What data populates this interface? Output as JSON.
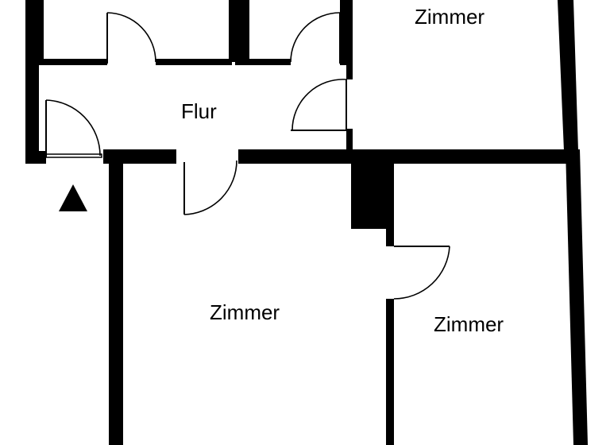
{
  "floorplan": {
    "rooms": {
      "hall": "Flur",
      "room_top_right": "Zimmer",
      "room_bottom_left": "Zimmer",
      "room_bottom_right": "Zimmer"
    },
    "entrance_marker_icon": "triangle-up-icon",
    "colors": {
      "wall": "#000000",
      "background": "#ffffff"
    }
  }
}
